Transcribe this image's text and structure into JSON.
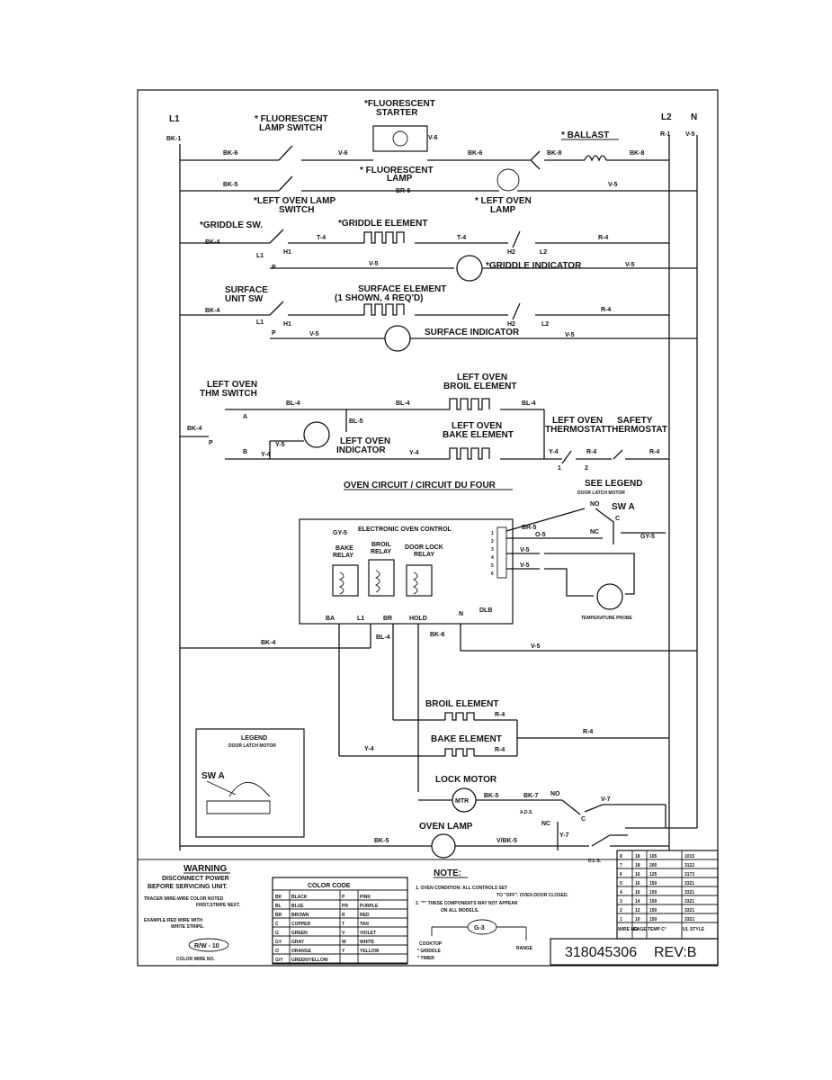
{
  "headers": {
    "l1": "L1",
    "l2": "L2",
    "n": "N"
  },
  "labels": {
    "fl_starter": "*FLUORESCENT\nSTARTER",
    "fl_switch": "* FLUORESCENT\nLAMP SWITCH",
    "fl_lamp": "* FLUORESCENT\nLAMP",
    "ballast": "* BALLAST",
    "left_oven_lamp_sw": "*LEFT OVEN LAMP\nSWITCH",
    "left_oven_lamp": "* LEFT OVEN\nLAMP",
    "griddle_sw": "*GRIDDLE SW.",
    "griddle_element": "*GRIDDLE ELEMENT",
    "griddle_indicator": "*GRIDDLE INDICATOR",
    "surface_sw": "SURFACE\nUNIT SW",
    "surface_element": "SURFACE ELEMENT\n(1 SHOWN, 4 REQ'D)",
    "surface_indicator": "SURFACE INDICATOR",
    "left_oven_thm_sw": "LEFT OVEN\nTHM SWITCH",
    "broil_element_top": "LEFT OVEN\nBROIL ELEMENT",
    "bake_element_top": "LEFT OVEN\nBAKE ELEMENT",
    "left_oven_indicator": "LEFT OVEN\nINDICATOR",
    "left_oven_thermostat": "LEFT OVEN\nTHERMOSTAT",
    "safety_thermostat": "SAFETY\nTHERMOSTAT",
    "oven_circuit_title": "OVEN CIRCUIT / CIRCUIT DU FOUR",
    "see_legend": "SEE LEGEND",
    "door_latch_motor": "DOOR LATCH MOTOR",
    "sw_a": "SW A",
    "eoc": "ELECTRONIC OVEN CONTROL",
    "bake_relay": "BAKE\nRELAY",
    "broil_relay": "BROIL\nRELAY",
    "door_lock_relay": "DOOR LOCK\nRELAY",
    "temp_probe": "TEMPERATURE PROBE",
    "broil_element": "BROIL ELEMENT",
    "bake_element": "BAKE ELEMENT",
    "lock_motor": "LOCK MOTOR",
    "oven_lamp": "OVEN LAMP",
    "legend_title": "LEGEND",
    "legend_sub": "DOOR LATCH MOTOR",
    "mtr": "MTR",
    "g3": "G-3",
    "cooktop": "COOKTOP",
    "griddle": "* GRIDDLE",
    "timer": "* TIMER",
    "range": "RANGE",
    "ads": "A.D.S.",
    "dls": "D.L.S."
  },
  "wires": {
    "bk1": "BK-1",
    "bk4": "BK-4",
    "bk5": "BK-5",
    "bk6": "BK-6",
    "bk7": "BK-7",
    "bk8": "BK-8",
    "br5": "BR-5",
    "r1": "R-1",
    "r4": "R-4",
    "v5": "V-5",
    "v6": "V-6",
    "v7": "V-7",
    "t4": "T-4",
    "y4": "Y-4",
    "y5": "Y-5",
    "y7": "Y-7",
    "bl4": "BL-4",
    "bl5": "BL-5",
    "gy5": "GY-5",
    "o5": "O-5",
    "vbk5": "V/BK-5"
  },
  "terminals": {
    "l1": "L1",
    "h1": "H1",
    "p": "P",
    "h2": "H2",
    "l2": "L2",
    "a": "A",
    "b": "B",
    "no": "NO",
    "nc": "NC",
    "c": "C",
    "ba": "BA",
    "l1c": "L1",
    "br": "BR",
    "hold": "HOLD",
    "n": "N",
    "dlb": "DLB",
    "pin1": "1",
    "pin2": "2",
    "pin3": "3",
    "pin4": "4",
    "pin5": "5",
    "pin6": "6",
    "t1": "1",
    "t2": "2"
  },
  "warning": {
    "title": "WARNING",
    "lines": [
      "DISCONNECT POWER",
      "BEFORE SERVICING UNIT."
    ],
    "tracer": "TRACER WIRE:WIRE COLOR NOTED\nFIRST,STRIPE NEXT.",
    "example": "EXAMPLE:RED WIRE WITH\nWHITE STRIPE.",
    "code": "R/W - 10",
    "caption": "COLOR WIRE NO."
  },
  "color_code": {
    "title": "COLOR CODE",
    "rows": [
      [
        "BK",
        "BLACK",
        "P",
        "PINK"
      ],
      [
        "BL",
        "BLUE",
        "PR",
        "PURPLE"
      ],
      [
        "BR",
        "BROWN",
        "R",
        "RED"
      ],
      [
        "C",
        "COPPER",
        "T",
        "TAN"
      ],
      [
        "G",
        "GREEN",
        "V",
        "VIOLET"
      ],
      [
        "GY",
        "GRAY",
        "W",
        "WHITE"
      ],
      [
        "O",
        "ORANGE",
        "Y",
        "YELLOW"
      ],
      [
        "G/Y",
        "GREEN/YELLOW",
        "",
        ""
      ]
    ]
  },
  "note": {
    "title": "NOTE:",
    "lines": [
      "1. OVEN CONDITION: ALL CONTROLS SET",
      "TO \"OFF\". OVEN DOOR CLOSED.",
      "2. \"*\" THESE COMPONENTS MAY NOT APPEAR",
      "ON ALL MODELS."
    ]
  },
  "wire_table": {
    "headers": [
      "WIRE NO",
      "GAGE",
      "TEMP C°",
      "UL STYLE"
    ],
    "rows": [
      [
        "8",
        "18",
        "105",
        "1015"
      ],
      [
        "7",
        "18",
        "200",
        "3122"
      ],
      [
        "6",
        "16",
        "125",
        "3173"
      ],
      [
        "5",
        "16",
        "150",
        "3321"
      ],
      [
        "4",
        "16",
        "150",
        "3321"
      ],
      [
        "3",
        "14",
        "150",
        "3321"
      ],
      [
        "2",
        "12",
        "150",
        "3321"
      ],
      [
        "1",
        "10",
        "150",
        "3321"
      ]
    ]
  },
  "part_number": "318045306",
  "revision": "REV:B"
}
